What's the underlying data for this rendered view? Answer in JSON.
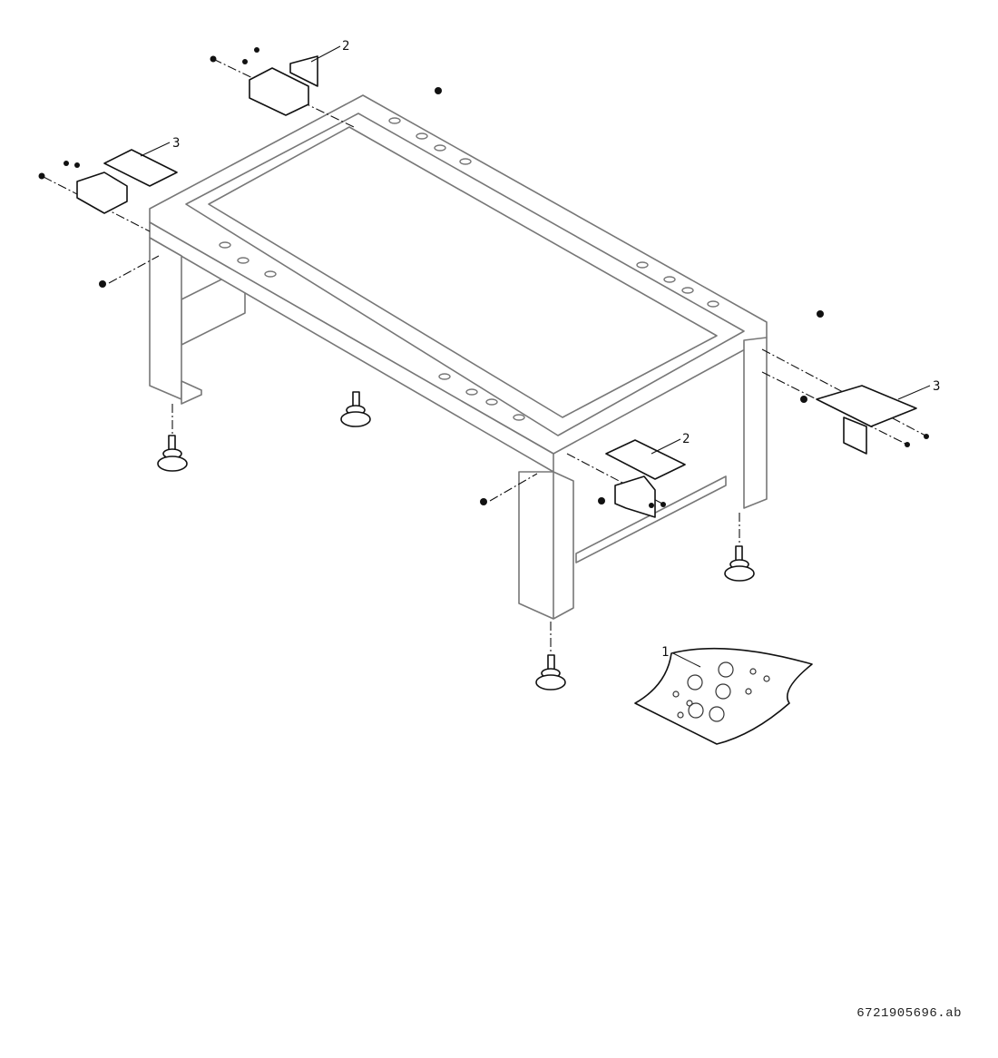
{
  "diagram": {
    "title": "Base frame exploded view",
    "callouts": [
      {
        "id": "1",
        "part": "hardware-bag"
      },
      {
        "id": "2",
        "part": "bracket-back"
      },
      {
        "id": "3",
        "part": "bracket-left"
      },
      {
        "id": "3",
        "part": "bracket-right"
      },
      {
        "id": "2",
        "part": "bracket-front"
      }
    ],
    "drawing_number": "6721905696.ab"
  }
}
